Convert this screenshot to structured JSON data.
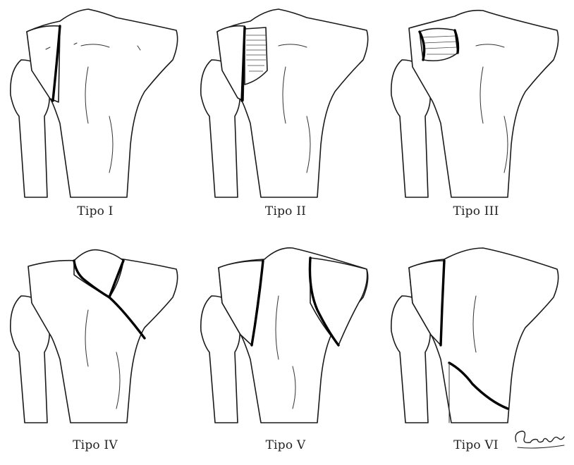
{
  "panels": [
    {
      "label": "Tipo I",
      "type": "I"
    },
    {
      "label": "Tipo II",
      "type": "II"
    },
    {
      "label": "Tipo III",
      "type": "III"
    },
    {
      "label": "Tipo IV",
      "type": "IV"
    },
    {
      "label": "Tipo V",
      "type": "V"
    },
    {
      "label": "Tipo VI",
      "type": "VI"
    }
  ],
  "signature": {
    "text": "Salgado"
  }
}
